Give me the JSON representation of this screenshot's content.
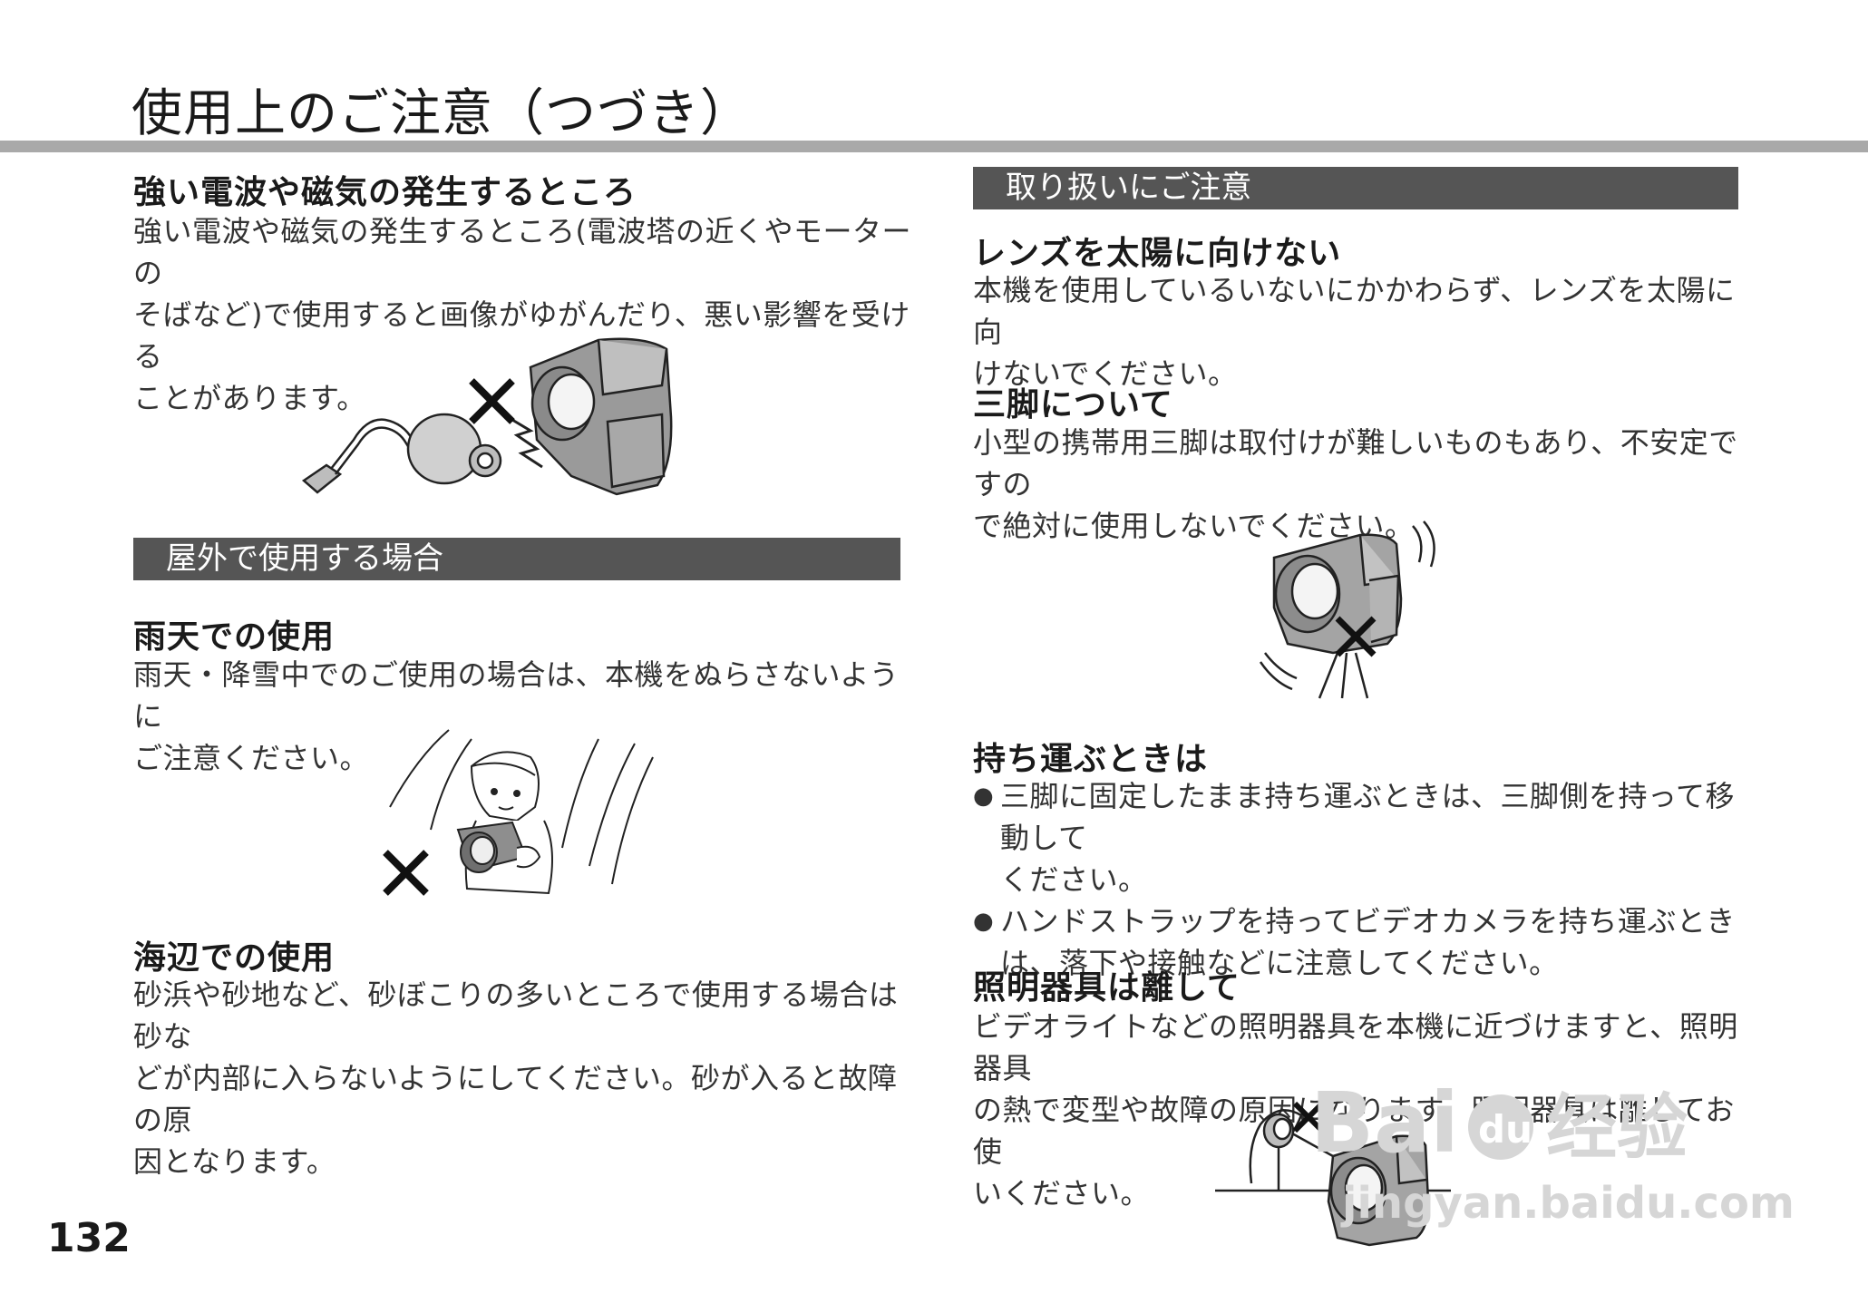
{
  "page_title": "使用上のご注意（つづき）",
  "page_number": "132",
  "left": {
    "emission": {
      "heading": "強い電波や磁気の発生するところ",
      "lines": [
        "強い電波や磁気の発生するところ(電波塔の近くやモーターの",
        "そばなど)で使用すると画像がゆがんだり、悪い影響を受ける",
        "ことがあります。"
      ]
    },
    "outdoor_bar": "屋外で使用する場合",
    "rain": {
      "heading": "雨天での使用",
      "lines": [
        "雨天・降雪中でのご使用の場合は、本機をぬらさないように",
        "ご注意ください。"
      ]
    },
    "beach": {
      "heading": "海辺での使用",
      "lines": [
        "砂浜や砂地など、砂ぼこりの多いところで使用する場合は砂な",
        "どが内部に入らないようにしてください。砂が入ると故障の原",
        "因となります。"
      ]
    }
  },
  "right": {
    "handling_bar": "取り扱いにご注意",
    "lens": {
      "heading": "レンズを太陽に向けない",
      "lines": [
        "本機を使用しているいないにかかわらず、レンズを太陽に向",
        "けないでください。"
      ]
    },
    "tripod": {
      "heading": "三脚について",
      "lines": [
        "小型の携帯用三脚は取付けが難しいものもあり、不安定ですの",
        "で絶対に使用しないでください。"
      ]
    },
    "carry": {
      "heading": "持ち運ぶときは",
      "bullet_symbol": "●",
      "bullets": [
        {
          "lines": [
            "三脚に固定したまま持ち運ぶときは、三脚側を持って移動して",
            "ください。"
          ]
        },
        {
          "lines": [
            "ハンドストラップを持ってビデオカメラを持ち運ぶとき",
            "は、落下や接触などに注意してください。"
          ]
        }
      ]
    },
    "lights": {
      "heading": "照明器具は離して",
      "lines": [
        "ビデオライトなどの照明器具を本機に近づけますと、照明器具",
        "の熱で変型や故障の原因になります。照明器具は離してお使",
        "いください。"
      ]
    }
  },
  "watermark": {
    "logo_text": "Bai",
    "logo_text2": "du",
    "logo_cn": "经验",
    "url": "jingyan.baidu.com"
  }
}
